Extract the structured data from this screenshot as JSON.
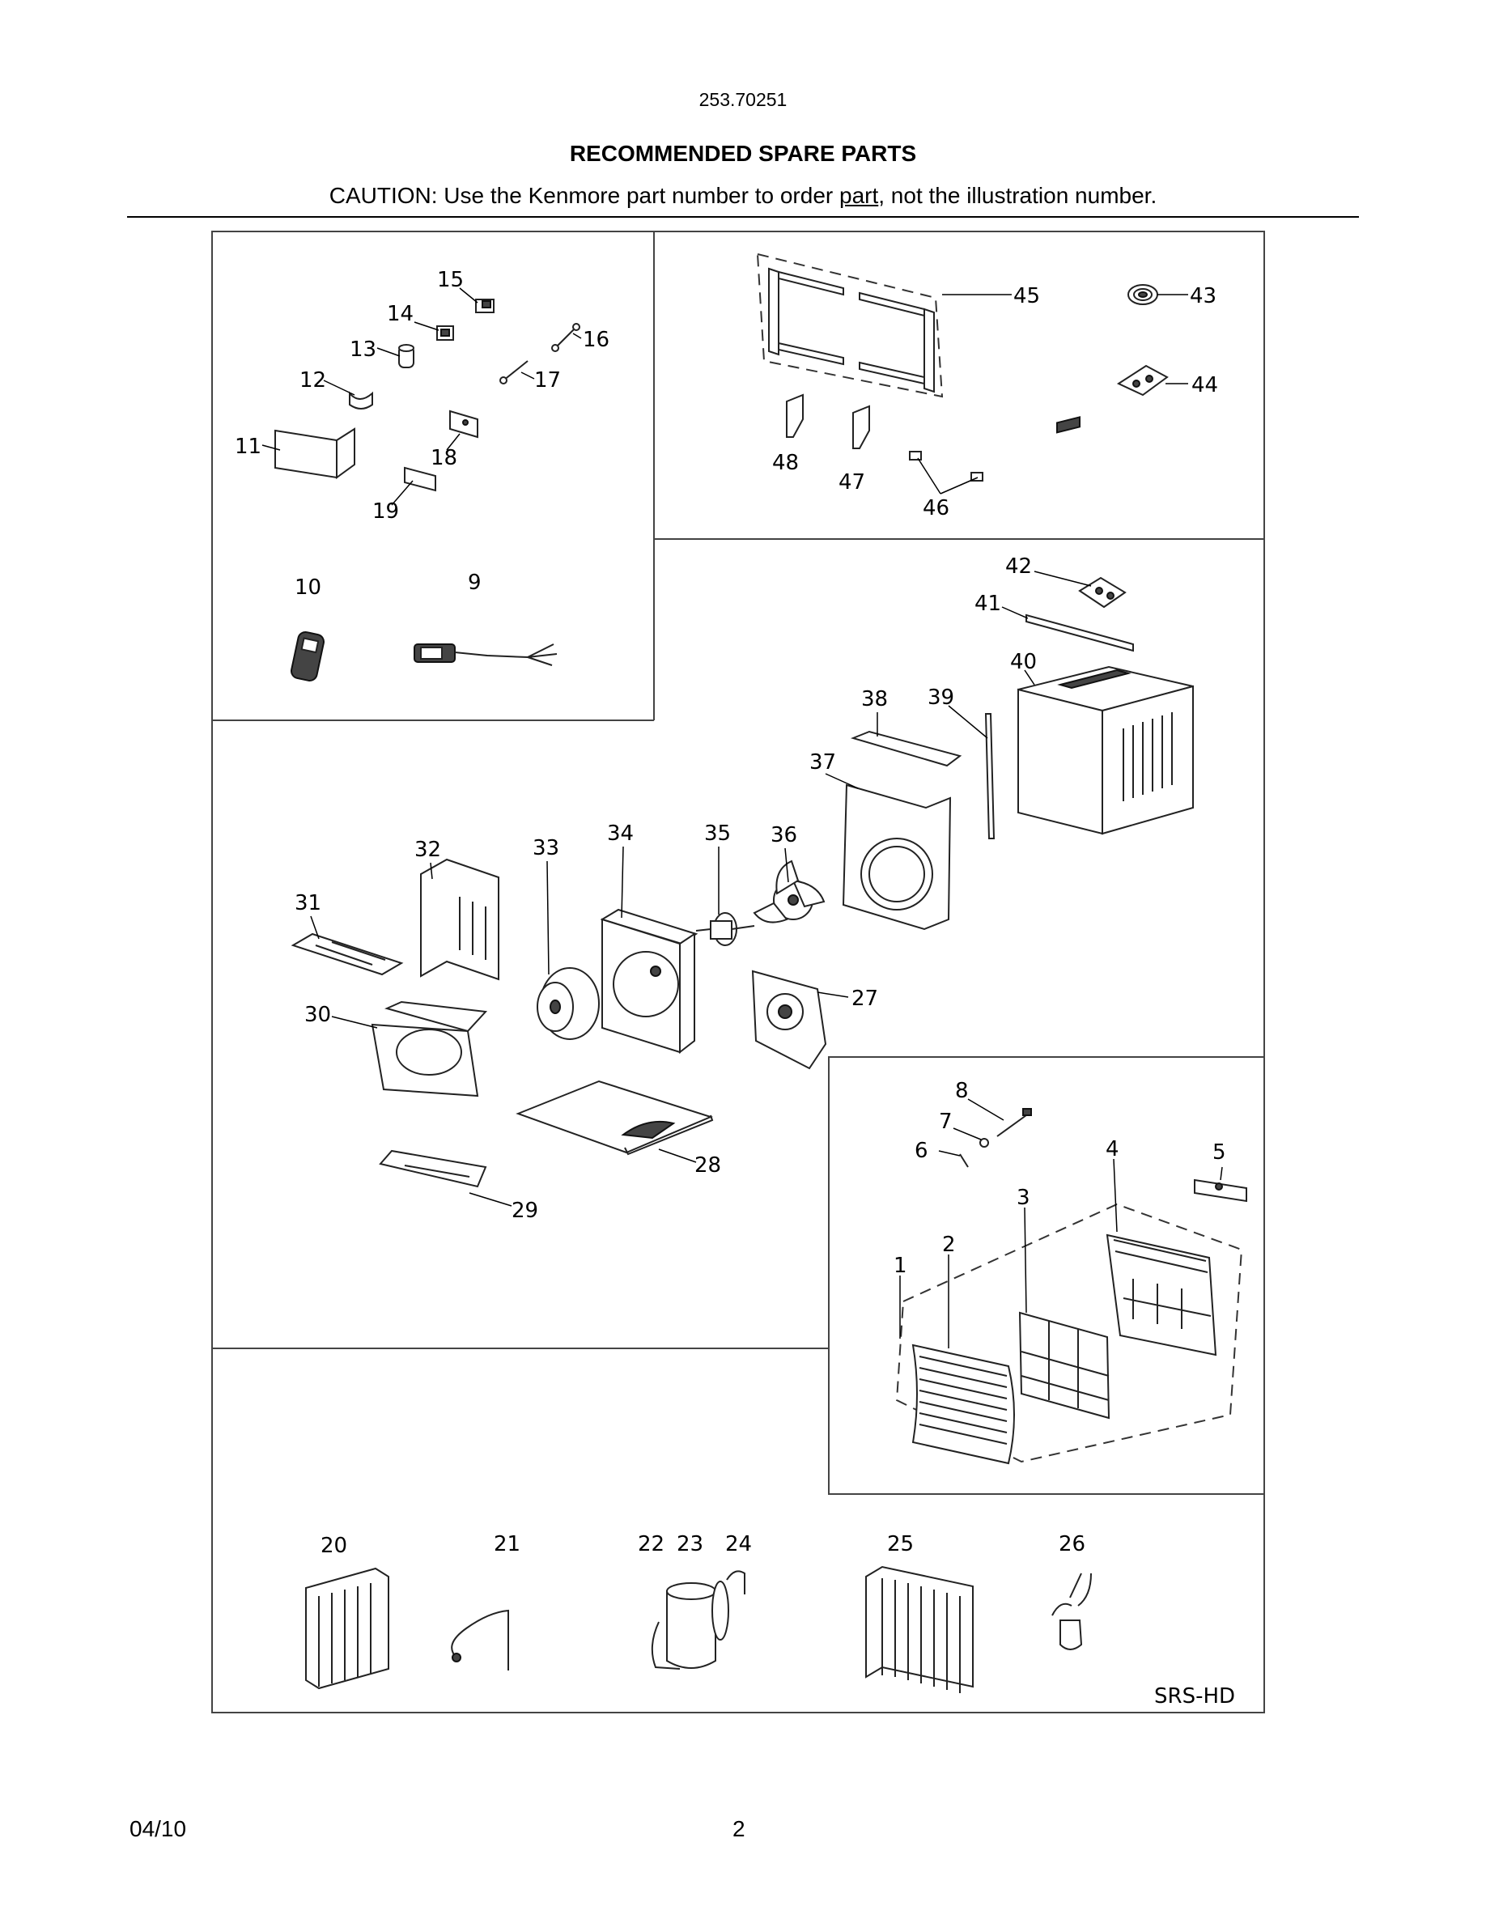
{
  "header": {
    "model_number": "253.70251",
    "title": "RECOMMENDED SPARE PARTS",
    "caution_before": "CAUTION: Use the Kenmore part number to order ",
    "caution_underlined": "part",
    "caution_after": ", not the illustration number."
  },
  "diagram": {
    "code": "SRS-HD",
    "labels": {
      "p1": "1",
      "p2": "2",
      "p3": "3",
      "p4": "4",
      "p5": "5",
      "p6": "6",
      "p7": "7",
      "p8": "8",
      "p9": "9",
      "p10": "10",
      "p11": "11",
      "p12": "12",
      "p13": "13",
      "p14": "14",
      "p15": "15",
      "p16": "16",
      "p17": "17",
      "p18": "18",
      "p19": "19",
      "p20": "20",
      "p21": "21",
      "p22": "22",
      "p23": "23",
      "p24": "24",
      "p25": "25",
      "p26": "26",
      "p27": "27",
      "p28": "28",
      "p29": "29",
      "p30": "30",
      "p31": "31",
      "p32": "32",
      "p33": "33",
      "p34": "34",
      "p35": "35",
      "p36": "36",
      "p37": "37",
      "p38": "38",
      "p39": "39",
      "p40": "40",
      "p41": "41",
      "p42": "42",
      "p43": "43",
      "p44": "44",
      "p45": "45",
      "p46": "46",
      "p47": "47",
      "p48": "48"
    }
  },
  "footer": {
    "date": "04/10",
    "page_number": "2"
  }
}
